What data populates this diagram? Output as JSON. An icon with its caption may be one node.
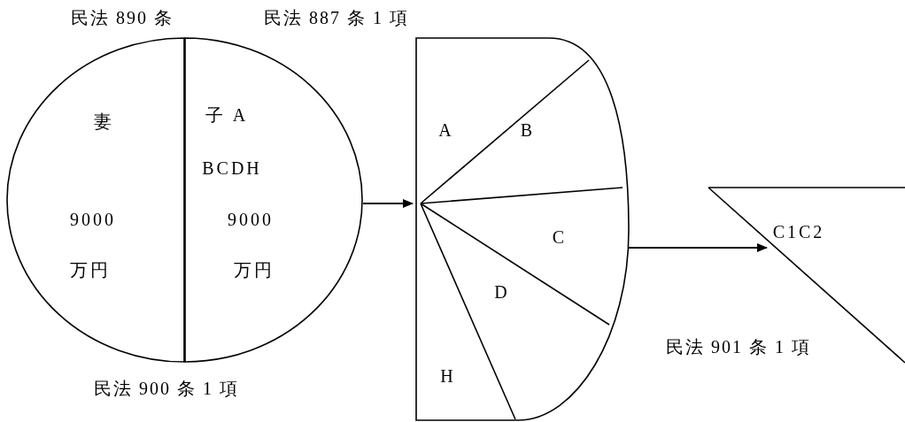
{
  "diagram": {
    "nodes": [
      {
        "text": [
          "妻",
          "9000",
          "万円"
        ]
      },
      {
        "text": [
          "子 A",
          "BCDH",
          "9000",
          "万円"
        ]
      },
      {
        "text": [
          "A",
          "B",
          "C",
          "D",
          "H"
        ]
      },
      {
        "text": [
          "C1C2"
        ]
      }
    ],
    "edges": [
      {
        "from": 1,
        "to": 2,
        "arrow": "to"
      },
      {
        "from": 2,
        "to": 3,
        "arrow": "to"
      }
    ],
    "labels": [
      "民法 890 条",
      "民法 887 条 1 項",
      "民法 900 条 1 項",
      "民法 901 条 1 項"
    ]
  }
}
